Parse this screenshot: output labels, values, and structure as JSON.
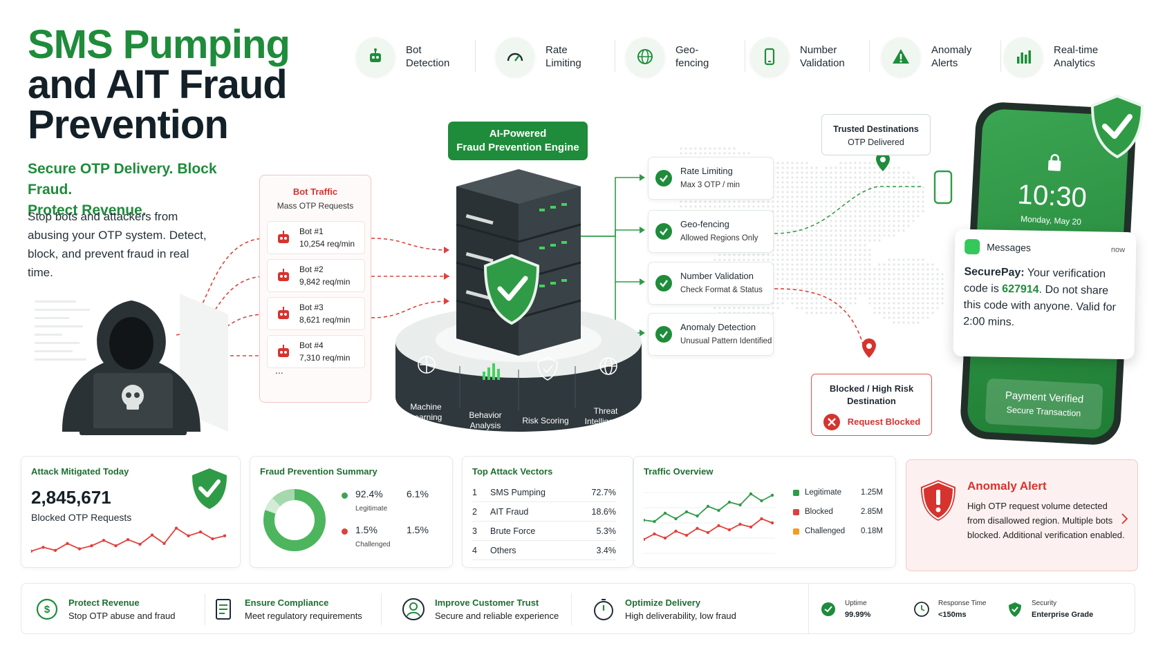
{
  "hero": {
    "title_line1": "SMS Pumping",
    "title_line2": "and AIT Fraud",
    "title_line3": "Prevention",
    "tagline_line1": "Secure OTP Delivery. Block Fraud.",
    "tagline_line2": "Protect Revenue.",
    "description": "Stop bots and attackers from abusing your OTP system. Detect, block, and prevent fraud in real time."
  },
  "features": [
    {
      "label": "Bot\nDetection",
      "icon": "robot-icon"
    },
    {
      "label": "Rate\nLimiting",
      "icon": "speedometer-icon"
    },
    {
      "label": "Geo-\nfencing",
      "icon": "globe-icon"
    },
    {
      "label": "Number\nValidation",
      "icon": "phone-icon"
    },
    {
      "label": "Anomaly\nAlerts",
      "icon": "warning-icon"
    },
    {
      "label": "Real-time\nAnalytics",
      "icon": "bar-chart-icon"
    }
  ],
  "bot_traffic": {
    "title": "Bot Traffic",
    "subtitle": "Mass OTP Requests",
    "bots": [
      {
        "name": "Bot #1",
        "rate": "10,254 req/min"
      },
      {
        "name": "Bot #2",
        "rate": "9,842 req/min"
      },
      {
        "name": "Bot #3",
        "rate": "8,621 req/min"
      },
      {
        "name": "Bot #4",
        "rate": "7,310 req/min"
      }
    ],
    "more": "..."
  },
  "engine": {
    "label_line1": "AI-Powered",
    "label_line2": "Fraud Prevention Engine",
    "modules": [
      {
        "label": "Machine\nLearning",
        "icon": "brain-icon"
      },
      {
        "label": "Behavior\nAnalysis",
        "icon": "bar-chart-icon"
      },
      {
        "label": "Risk Scoring",
        "icon": "shield-check-icon"
      },
      {
        "label": "Threat\nIntelligence",
        "icon": "globe-icon"
      }
    ]
  },
  "checks": [
    {
      "title": "Rate Limiting",
      "sub": "Max 3 OTP / min"
    },
    {
      "title": "Geo-fencing",
      "sub": "Allowed Regions Only"
    },
    {
      "title": "Number Validation",
      "sub": "Check Format & Status"
    },
    {
      "title": "Anomaly Detection",
      "sub": "Unusual Pattern Identified"
    }
  ],
  "trusted": {
    "title": "Trusted Destinations",
    "sub": "OTP Delivered"
  },
  "blocked": {
    "title_line1": "Blocked / High Risk",
    "title_line2": "Destination",
    "status": "Request Blocked"
  },
  "phone": {
    "time": "10:30",
    "date": "Monday, May 20",
    "notification": {
      "app": "Messages",
      "when": "now",
      "sender": "SecurePay:",
      "text_a": " Your verification code is ",
      "code": "627914",
      "text_b": ". Do not share this code with anyone. Valid for 2:00 mins."
    },
    "payment_title": "Payment Verified",
    "payment_sub": "Secure Transaction"
  },
  "attack_card": {
    "title": "Attack Mitigated Today",
    "value": "2,845,671",
    "subtitle": "Blocked OTP Requests",
    "trend": [
      20,
      30,
      22,
      40,
      26,
      34,
      48,
      34,
      50,
      38,
      62,
      40,
      80,
      60,
      70,
      52,
      60
    ]
  },
  "fraud_summary": {
    "title": "Fraud Prevention Summary",
    "donut_colors": [
      "#4cb55e",
      "#a5d9ad",
      "#d3ecd6"
    ],
    "entries": [
      {
        "value": "92.4%",
        "label": "Legitimate",
        "color": "#3aa552"
      },
      {
        "value": "6.1%",
        "label": "",
        "color": ""
      },
      {
        "value": "1.5%",
        "label": "Challenged",
        "color": "#e0403c"
      },
      {
        "value": "1.5%",
        "label": "",
        "color": ""
      }
    ]
  },
  "vectors": {
    "title": "Top Attack Vectors",
    "rows": [
      {
        "rank": "1",
        "name": "SMS Pumping",
        "pct": "72.7%"
      },
      {
        "rank": "2",
        "name": "AIT Fraud",
        "pct": "18.6%"
      },
      {
        "rank": "3",
        "name": "Brute Force",
        "pct": "5.3%"
      },
      {
        "rank": "4",
        "name": "Others",
        "pct": "3.4%"
      }
    ]
  },
  "traffic": {
    "title": "Traffic Overview",
    "legend": [
      {
        "name": "Legitimate",
        "value": "1.25M",
        "color": "#2f9b46"
      },
      {
        "name": "Blocked",
        "value": "2.85M",
        "color": "#e0403c"
      },
      {
        "name": "Challenged",
        "value": "0.18M",
        "color": "#f39c1f"
      }
    ],
    "green": [
      48,
      46,
      58,
      50,
      60,
      54,
      68,
      62,
      74,
      70,
      86,
      76,
      84
    ],
    "red": [
      20,
      28,
      22,
      32,
      26,
      36,
      30,
      40,
      34,
      42,
      38,
      50,
      44
    ]
  },
  "alert": {
    "title": "Anomaly Alert",
    "body": "High OTP request volume detected from disallowed region. Multiple bots blocked. Additional verification enabled."
  },
  "benefits": [
    {
      "title": "Protect Revenue",
      "sub": "Stop OTP abuse and fraud",
      "icon": "revenue-icon"
    },
    {
      "title": "Ensure Compliance",
      "sub": "Meet regulatory requirements",
      "icon": "document-icon"
    },
    {
      "title": "Improve Customer Trust",
      "sub": "Secure and reliable experience",
      "icon": "user-icon"
    },
    {
      "title": "Optimize Delivery",
      "sub": "High deliverability, low fraud",
      "icon": "timer-icon"
    }
  ],
  "stats": [
    {
      "label": "Uptime",
      "value": "99.99%",
      "icon": "uptime-icon"
    },
    {
      "label": "Response Time",
      "value": "<150ms",
      "icon": "clock-icon"
    },
    {
      "label": "Security",
      "value": "Enterprise Grade",
      "icon": "shield-icon"
    }
  ]
}
